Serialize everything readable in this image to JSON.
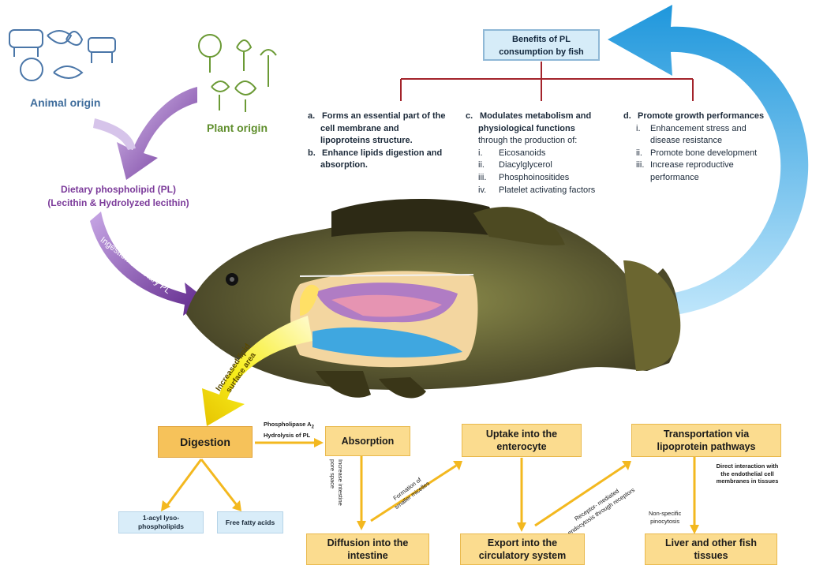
{
  "sources": {
    "animal_label": "Animal origin",
    "plant_label": "Plant origin"
  },
  "dietary_pl": {
    "line1": "Dietary phospholipid (PL)",
    "line2": "(Lecithin & Hydrolyzed  lecithin)"
  },
  "arrows": {
    "ingestion": "Ingestion of dietary PL",
    "increased": "Increased lipid surface area"
  },
  "benefits": {
    "title_line1": "Benefits of PL",
    "title_line2": "consumption by fish",
    "a": {
      "marker": "a.",
      "line1": "Forms an essential part of the",
      "line2": "cell membrane and",
      "line3": "lipoproteins structure."
    },
    "b": {
      "marker": "b.",
      "line1": "Enhance lipids digestion and",
      "line2": "absorption."
    },
    "c": {
      "marker": "c.",
      "line1": "Modulates metabolism and",
      "line2": "physiological functions",
      "line3": "through the production of:",
      "items": [
        {
          "marker": "i.",
          "text": "Eicosanoids"
        },
        {
          "marker": "ii.",
          "text": "Diacylglycerol"
        },
        {
          "marker": "iii.",
          "text": "Phosphoinositides"
        },
        {
          "marker": "iv.",
          "text": "Platelet activating factors"
        }
      ]
    },
    "d": {
      "marker": "d.",
      "line1": "Promote growth performances",
      "items": [
        {
          "marker": "i.",
          "text": "Enhancement stress and",
          "text2": "disease resistance"
        },
        {
          "marker": "ii.",
          "text": "Promote bone development"
        },
        {
          "marker": "iii.",
          "text": "Increase reproductive",
          "text2": "performance"
        }
      ]
    }
  },
  "flow": {
    "digestion": "Digestion",
    "phospholipase_line1": "Phospholipase A",
    "phospholipase_sub": "2",
    "phospholipase_line2": "Hydrolysis of PL",
    "absorption": "Absorption",
    "uptake_line1": "Uptake into the",
    "uptake_line2": "enterocyte",
    "transport_line1": "Transportation via",
    "transport_line2": "lipoprotein pathways",
    "lyso_line1": "1-acyl lyso-",
    "lyso_line2": "phospholipids",
    "ffa": "Free fatty acids",
    "increase_pore_line1": "Increase intestine",
    "increase_pore_line2": "pore space",
    "formation_line1": "Formation of",
    "formation_line2": "smaller micelles",
    "receptor_line1": "Receptor- mediated",
    "receptor_line2": "endocytosis through receptors",
    "direct_line1": "Direct interaction with",
    "direct_line2": "the endothelial cell",
    "direct_line3": "membranes in tissues",
    "nonspecific_line1": "Non-specific",
    "nonspecific_line2": "pinocytosis",
    "diffusion_line1": "Diffusion into the",
    "diffusion_line2": "intestine",
    "export_line1": "Export into the",
    "export_line2": "circulatory system",
    "liver_line1": "Liver and other fish",
    "liver_line2": "tissues"
  },
  "colors": {
    "purple": "#7a3aa0",
    "blue": "#29a9e6",
    "yellow": "#f4c430",
    "bracket": "#a3232b"
  }
}
